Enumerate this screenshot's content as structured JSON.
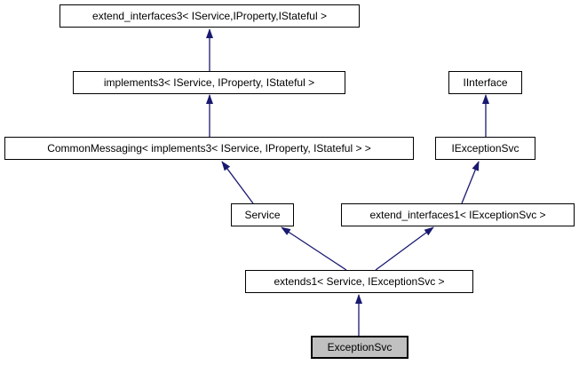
{
  "diagram": {
    "type": "class-inheritance-graph",
    "nodes": [
      {
        "id": "extend_interfaces3",
        "label": "extend_interfaces3< IService,IProperty,IStateful >",
        "highlighted": false
      },
      {
        "id": "implements3",
        "label": "implements3< IService, IProperty, IStateful >",
        "highlighted": false
      },
      {
        "id": "CommonMessaging",
        "label": "CommonMessaging< implements3< IService, IProperty, IStateful > >",
        "highlighted": false
      },
      {
        "id": "Service",
        "label": "Service",
        "highlighted": false
      },
      {
        "id": "IInterface",
        "label": "IInterface",
        "highlighted": false
      },
      {
        "id": "IExceptionSvc",
        "label": "IExceptionSvc",
        "highlighted": false
      },
      {
        "id": "extend_interfaces1",
        "label": "extend_interfaces1< IExceptionSvc >",
        "highlighted": false
      },
      {
        "id": "extends1",
        "label": "extends1< Service, IExceptionSvc >",
        "highlighted": false
      },
      {
        "id": "ExceptionSvc",
        "label": "ExceptionSvc",
        "highlighted": true
      }
    ],
    "edges": [
      {
        "from": "implements3",
        "to": "extend_interfaces3"
      },
      {
        "from": "CommonMessaging",
        "to": "implements3"
      },
      {
        "from": "Service",
        "to": "CommonMessaging"
      },
      {
        "from": "IExceptionSvc",
        "to": "IInterface"
      },
      {
        "from": "extend_interfaces1",
        "to": "IExceptionSvc"
      },
      {
        "from": "extends1",
        "to": "Service"
      },
      {
        "from": "extends1",
        "to": "extend_interfaces1"
      },
      {
        "from": "ExceptionSvc",
        "to": "extends1"
      }
    ],
    "colors": {
      "arrow": "#191970",
      "node_border": "#000000",
      "node_fill": "#ffffff",
      "highlight_fill": "#c0c0c0",
      "background": "#ffffff",
      "text": "#000000"
    }
  }
}
